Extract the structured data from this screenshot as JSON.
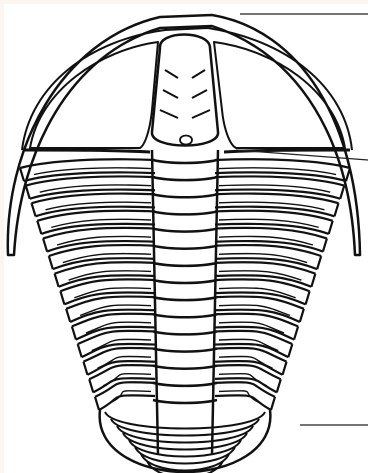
{
  "diagram": {
    "subject": "trilobite-dorsal-view",
    "background_color": "#fbf6ef",
    "paper_color": "#ffffff",
    "line_color": "#111111",
    "thorax_segment_count": 14,
    "pygidium_ring_count": 8,
    "labels": []
  }
}
